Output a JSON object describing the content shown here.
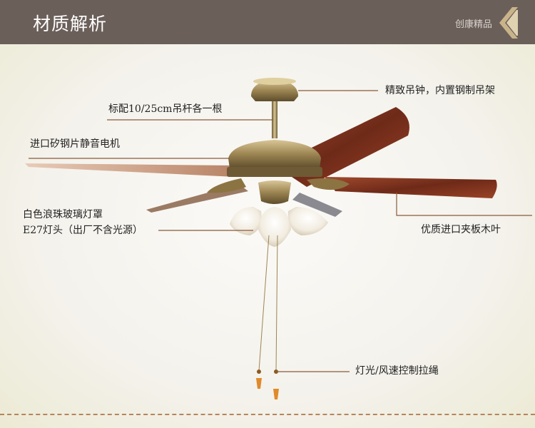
{
  "header": {
    "title": "材质解析",
    "brand": "创康精品"
  },
  "callouts": {
    "canopy": "精致吊钟，内置钢制吊架",
    "downrod": "标配10/25cm吊杆各一根",
    "motor": "进口矽钢片静音电机",
    "shade_line1": "白色浪珠玻璃灯罩",
    "shade_line2": "E27灯头（出厂不含光源）",
    "blade": "优质进口夹板木叶",
    "pullcord": "灯光/风速控制拉绳"
  },
  "colors": {
    "header_bg": "#6b5f5a",
    "brass": "#b8a06a",
    "blade_wood": "#8a3a24",
    "callout_line": "#8a5a3a",
    "dash": "#b5855d"
  }
}
